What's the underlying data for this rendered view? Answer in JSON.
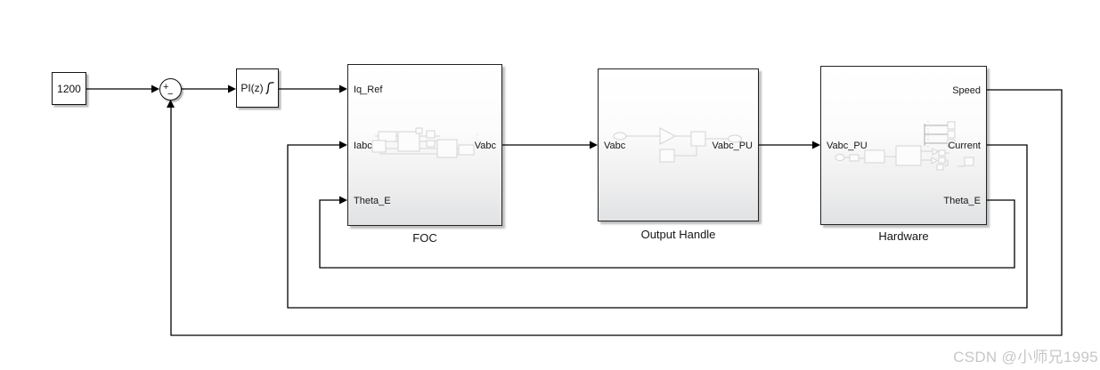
{
  "watermark": {
    "text": "CSDN @小师兄1995"
  },
  "blocks": {
    "constant": {
      "value": "1200"
    },
    "sum": {
      "sign_input": "+",
      "sign_feedback": "−",
      "icon": "sum-junction-circle"
    },
    "pid": {
      "label": "PI(z)",
      "icon": "step-response-curve-icon"
    },
    "foc": {
      "name": "FOC",
      "input_ports": [
        "Iq_Ref",
        "Iabc",
        "Theta_E"
      ],
      "output_ports": [
        "Vabc"
      ]
    },
    "output_handle": {
      "name": "Output Handle",
      "input_ports": [
        "Vabc"
      ],
      "output_ports": [
        "Vabc_PU"
      ]
    },
    "hardware": {
      "name": "Hardware",
      "input_ports": [
        "Vabc_PU"
      ],
      "output_ports": [
        "Speed",
        "Current",
        "Theta_E"
      ]
    }
  },
  "colors": {
    "wire": "#000000",
    "block_border": "#232323",
    "subsystem_gradient_bottom": "#e0e2e3",
    "preview_stroke": "#d4d4d4",
    "watermark": "#c7c7c7"
  }
}
